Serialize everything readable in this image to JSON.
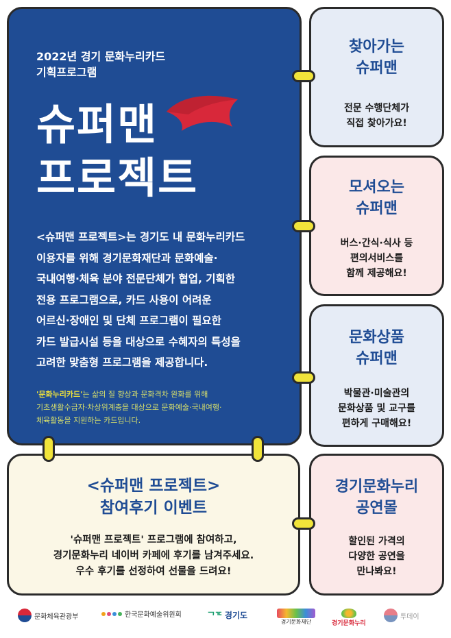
{
  "main": {
    "subtitle_line1": "2022년 경기 문화누리카드",
    "subtitle_line2": "기획프로그램",
    "hero_line1": "슈퍼맨",
    "hero_line2": "프로젝트",
    "desc_lines": [
      "<슈퍼맨 프로젝트>는 경기도 내 문화누리카드",
      "이용자를 위해 경기문화재단과 문화예술·",
      "국내여행·체육 분야 전문단체가 협업, 기획한",
      "전용 프로그램으로, 카드 사용이 어려운",
      "어르신·장애인 및 단체 프로그램이 필요한",
      "카드 발급시설 등을 대상으로 수혜자의 특성을",
      "고려한 맞춤형 프로그램을 제공합니다."
    ],
    "note_key": "'문화누리카드'",
    "note_line1": "는 삶의 질 향상과 문화격차 완화를 위해",
    "note_line2": "기초생활수급자·차상위계층을 대상으로 문화예술·국내여행·",
    "note_line3": "체육활동을 지원하는 카드입니다."
  },
  "cards": [
    {
      "title1": "찾아가는",
      "title2": "슈퍼맨",
      "body": [
        "전문 수행단체가",
        "직접 찾아가요!"
      ]
    },
    {
      "title1": "모셔오는",
      "title2": "슈퍼맨",
      "body": [
        "버스·간식·식사 등",
        "편의서비스를",
        "함께 제공해요!"
      ]
    },
    {
      "title1": "문화상품",
      "title2": "슈퍼맨",
      "body": [
        "박물관·미술관의",
        "문화상품 및 교구를",
        "편하게 구매해요!"
      ]
    },
    {
      "title1": "경기문화누리",
      "title2": "공연몰",
      "body": [
        "할인된 가격의",
        "다양한 공연을",
        "만나봐요!"
      ]
    }
  ],
  "event": {
    "title1": "<슈퍼맨 프로젝트>",
    "title2": "참여후기 이벤트",
    "body": [
      "'슈퍼맨 프로젝트' 프로그램에 참여하고,",
      "경기문화누리 네이버 카페에 후기를 남겨주세요.",
      "우수 후기를 선정하여 선물을 드려요!"
    ]
  },
  "footer": {
    "logo1": "문화체육관광부",
    "logo2": "한국문화예술위원회",
    "logo3": "경기도",
    "logo4": "경기문화재단",
    "logo5": "경기문화누리",
    "logo6": "투데이"
  },
  "colors": {
    "main_bg": "#1f4c94",
    "accent_yellow": "#f1e43a",
    "card_blue": "#e6ecf6",
    "card_pink": "#fbe8e8",
    "event_bg": "#fbf7e6",
    "cape_red": "#d8283a"
  }
}
